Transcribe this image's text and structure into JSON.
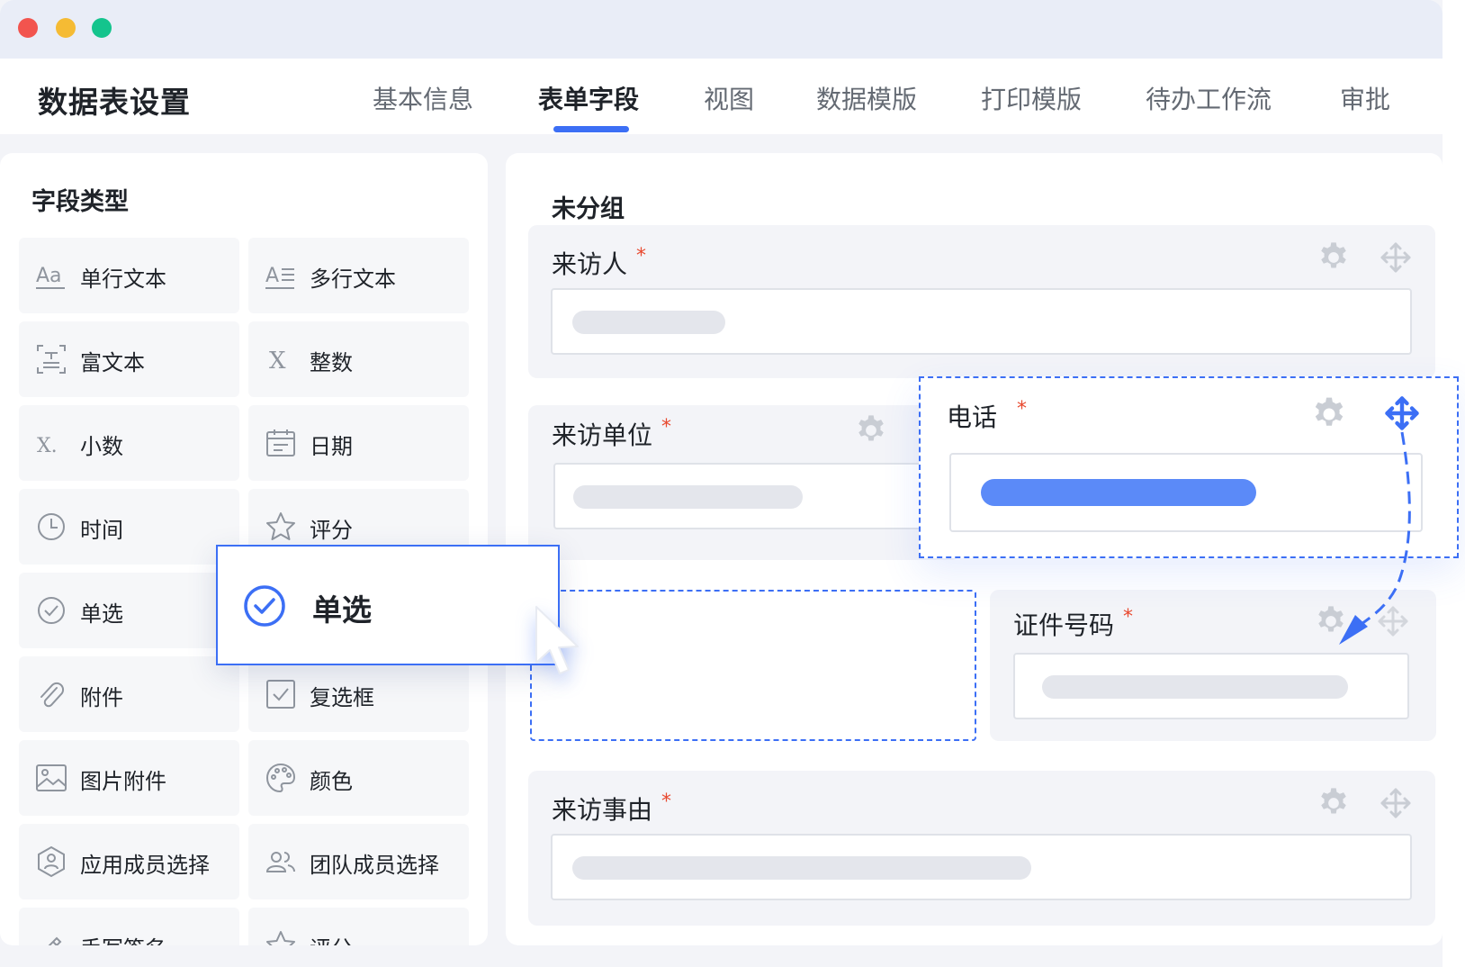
{
  "window": {
    "title": "数据表设置"
  },
  "tabs": [
    {
      "label": "基本信息",
      "active": false
    },
    {
      "label": "表单字段",
      "active": true
    },
    {
      "label": "视图",
      "active": false
    },
    {
      "label": "数据模版",
      "active": false
    },
    {
      "label": "打印模版",
      "active": false
    },
    {
      "label": "待办工作流",
      "active": false
    },
    {
      "label": "审批",
      "active": false
    }
  ],
  "field_types": {
    "title": "字段类型",
    "items": [
      {
        "label": "单行文本",
        "icon": "single-line-text-icon"
      },
      {
        "label": "多行文本",
        "icon": "multi-line-text-icon"
      },
      {
        "label": "富文本",
        "icon": "rich-text-icon"
      },
      {
        "label": "整数",
        "icon": "integer-icon"
      },
      {
        "label": "小数",
        "icon": "decimal-icon"
      },
      {
        "label": "日期",
        "icon": "calendar-icon"
      },
      {
        "label": "时间",
        "icon": "clock-icon"
      },
      {
        "label": "评分",
        "icon": "star-icon"
      },
      {
        "label": "单选",
        "icon": "check-circle-icon"
      },
      {
        "label": "复选框",
        "icon": "checkbox-icon"
      },
      {
        "label": "附件",
        "icon": "paperclip-icon"
      },
      {
        "label": "颜色",
        "icon": "palette-icon"
      },
      {
        "label": "图片附件",
        "icon": "image-icon"
      },
      {
        "label": "团队成员选择",
        "icon": "team-members-icon"
      },
      {
        "label": "应用成员选择",
        "icon": "member-icon"
      },
      {
        "label": "评分",
        "icon": "star-icon"
      },
      {
        "label": "手写签名",
        "icon": "signature-icon"
      }
    ]
  },
  "drag_chip": {
    "label": "单选",
    "icon": "check-circle-icon"
  },
  "form": {
    "group_title": "未分组",
    "required_mark": "*",
    "fields": [
      {
        "label": "来访人",
        "required": true
      },
      {
        "label": "来访单位",
        "required": true
      },
      {
        "label": "电话",
        "required": true,
        "dragging": true
      },
      {
        "label": "证件号码",
        "required": true
      },
      {
        "label": "来访事由",
        "required": true
      }
    ]
  },
  "colors": {
    "accent": "#3c6ff5",
    "required": "#e8492f",
    "text": "#1f2329",
    "muted": "#646a73",
    "background": "#f3f4f8"
  }
}
